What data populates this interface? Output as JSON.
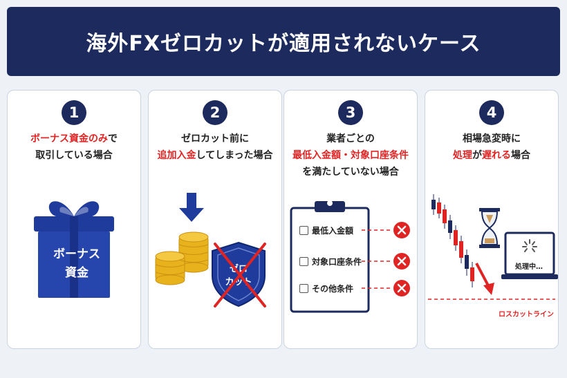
{
  "title": "海外FXゼロカットが適用されないケース",
  "cards": [
    {
      "number": "1",
      "line1_red": "ボーナス資金のみ",
      "line1_rest": "で",
      "line2": "取引している場合",
      "gift_label_line1": "ボーナス",
      "gift_label_line2": "資金",
      "icons": [
        "gift-icon"
      ]
    },
    {
      "number": "2",
      "line1": "ゼロカット前に",
      "line2_red": "追加入金",
      "line2_rest": "してしまった場合",
      "shield_label_line1": "ゼロ",
      "shield_label_line2": "カット",
      "icons": [
        "down-arrow-icon",
        "coins-icon",
        "shield-icon",
        "cross-icon"
      ]
    },
    {
      "number": "3",
      "line1": "業者ごとの",
      "line2_red": "最低入金額・対象口座条件",
      "line3": "を満たしていない場合",
      "checklist": [
        "最低入金額",
        "対象口座条件",
        "その他条件"
      ],
      "icons": [
        "clipboard-icon",
        "checkbox-icon",
        "x-circle-icon"
      ]
    },
    {
      "number": "4",
      "line1": "相場急変時に",
      "line2_red1": "処理",
      "line2_mid": "が",
      "line2_red2": "遅れる",
      "line2_rest": "場合",
      "monitor_text": "処理中…",
      "losscut_label": "ロスカットライン",
      "icons": [
        "candlestick-icon",
        "hourglass-icon",
        "monitor-icon",
        "spinner-icon",
        "down-arrow-icon"
      ]
    }
  ],
  "colors": {
    "navy": "#1d2a5e",
    "red": "#e02424",
    "blue": "#1f3b9b",
    "gold": "#e8b21c",
    "background": "#eef2f7"
  }
}
